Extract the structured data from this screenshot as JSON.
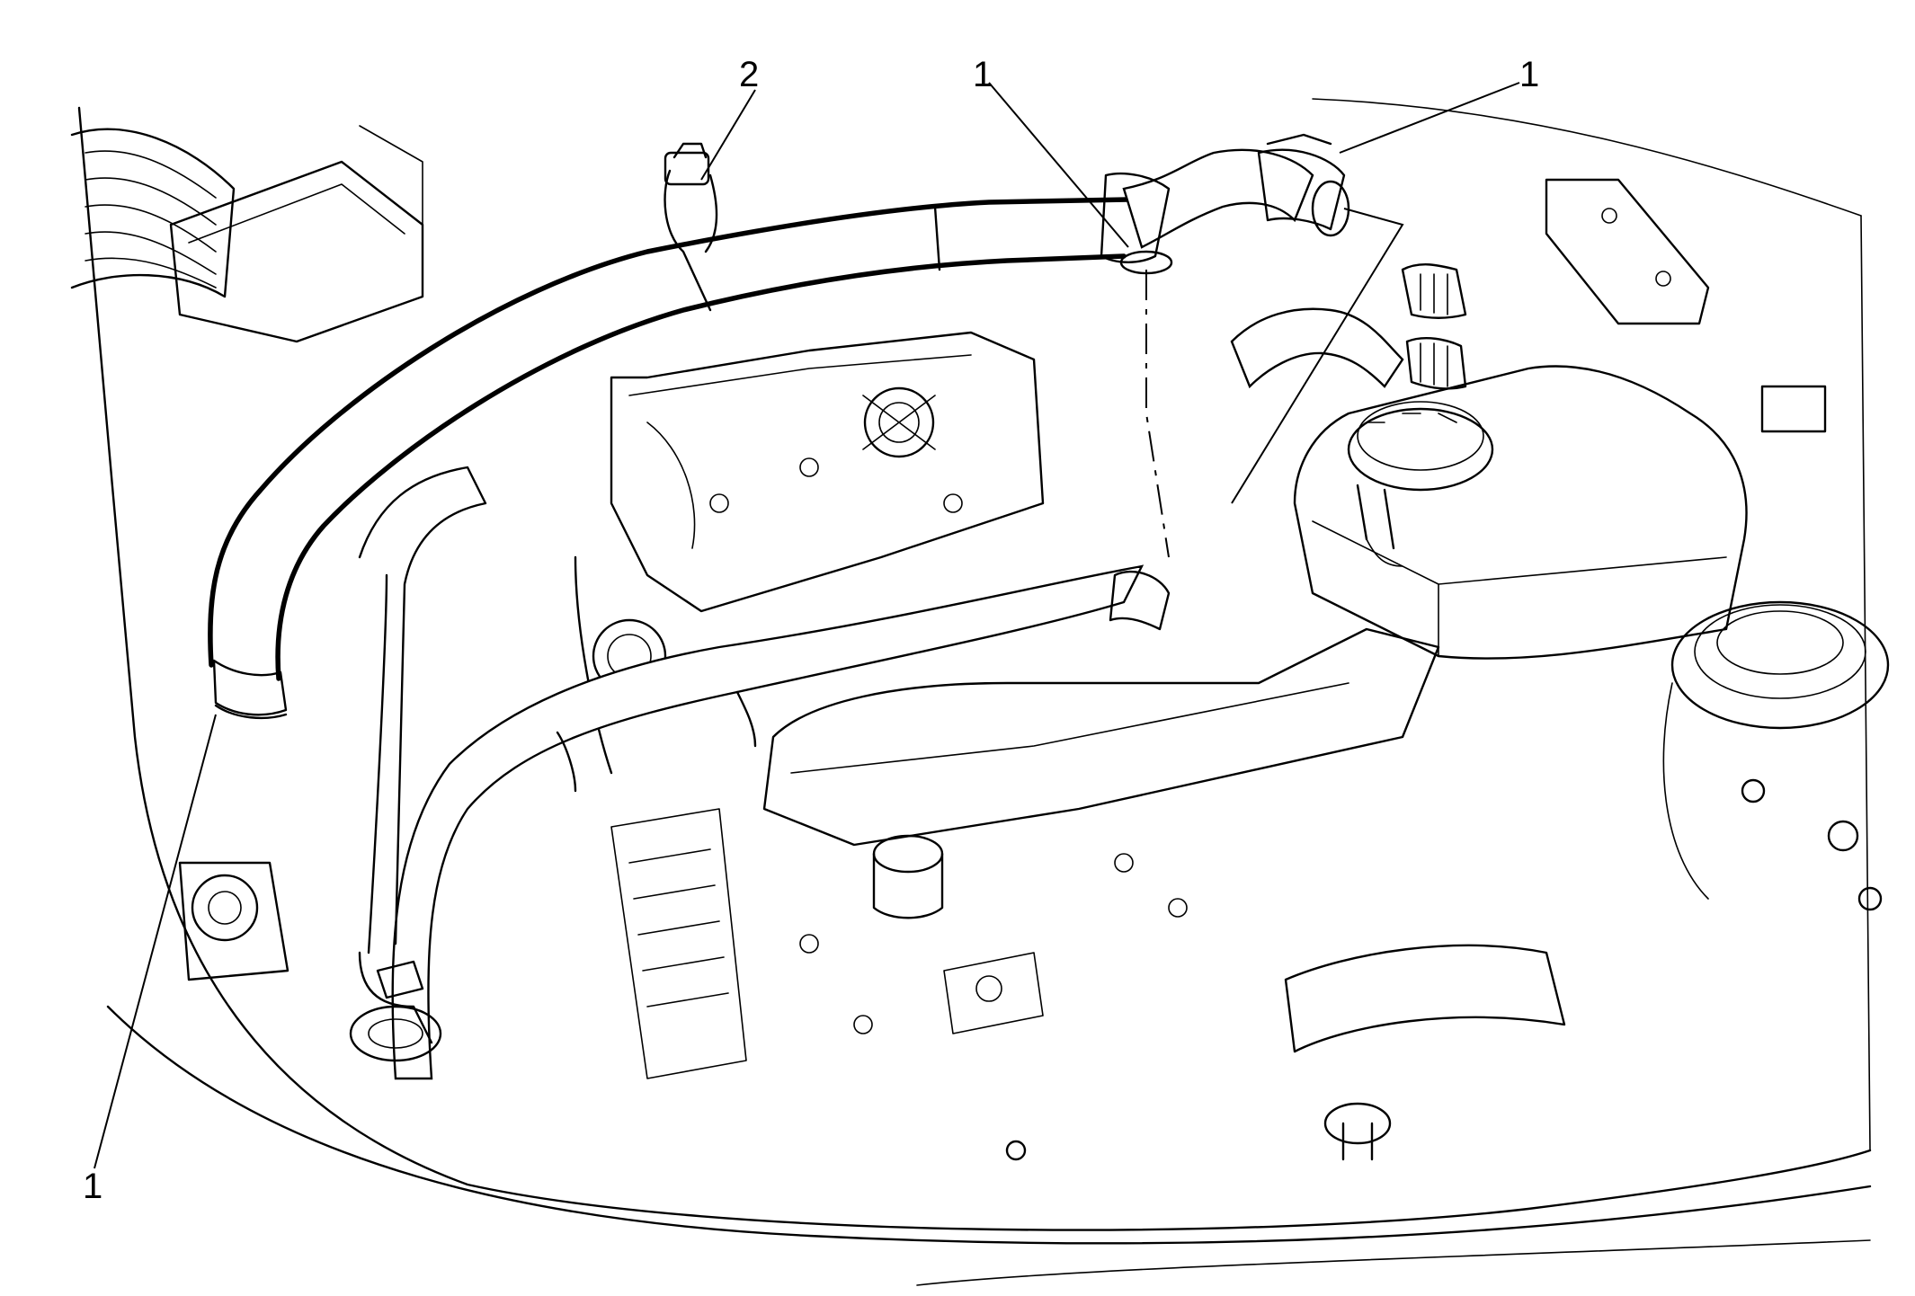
{
  "callouts": [
    {
      "id": "c1a",
      "label": "1"
    },
    {
      "id": "c1b",
      "label": "1"
    },
    {
      "id": "c1c",
      "label": "1"
    },
    {
      "id": "c2",
      "label": "2"
    }
  ]
}
